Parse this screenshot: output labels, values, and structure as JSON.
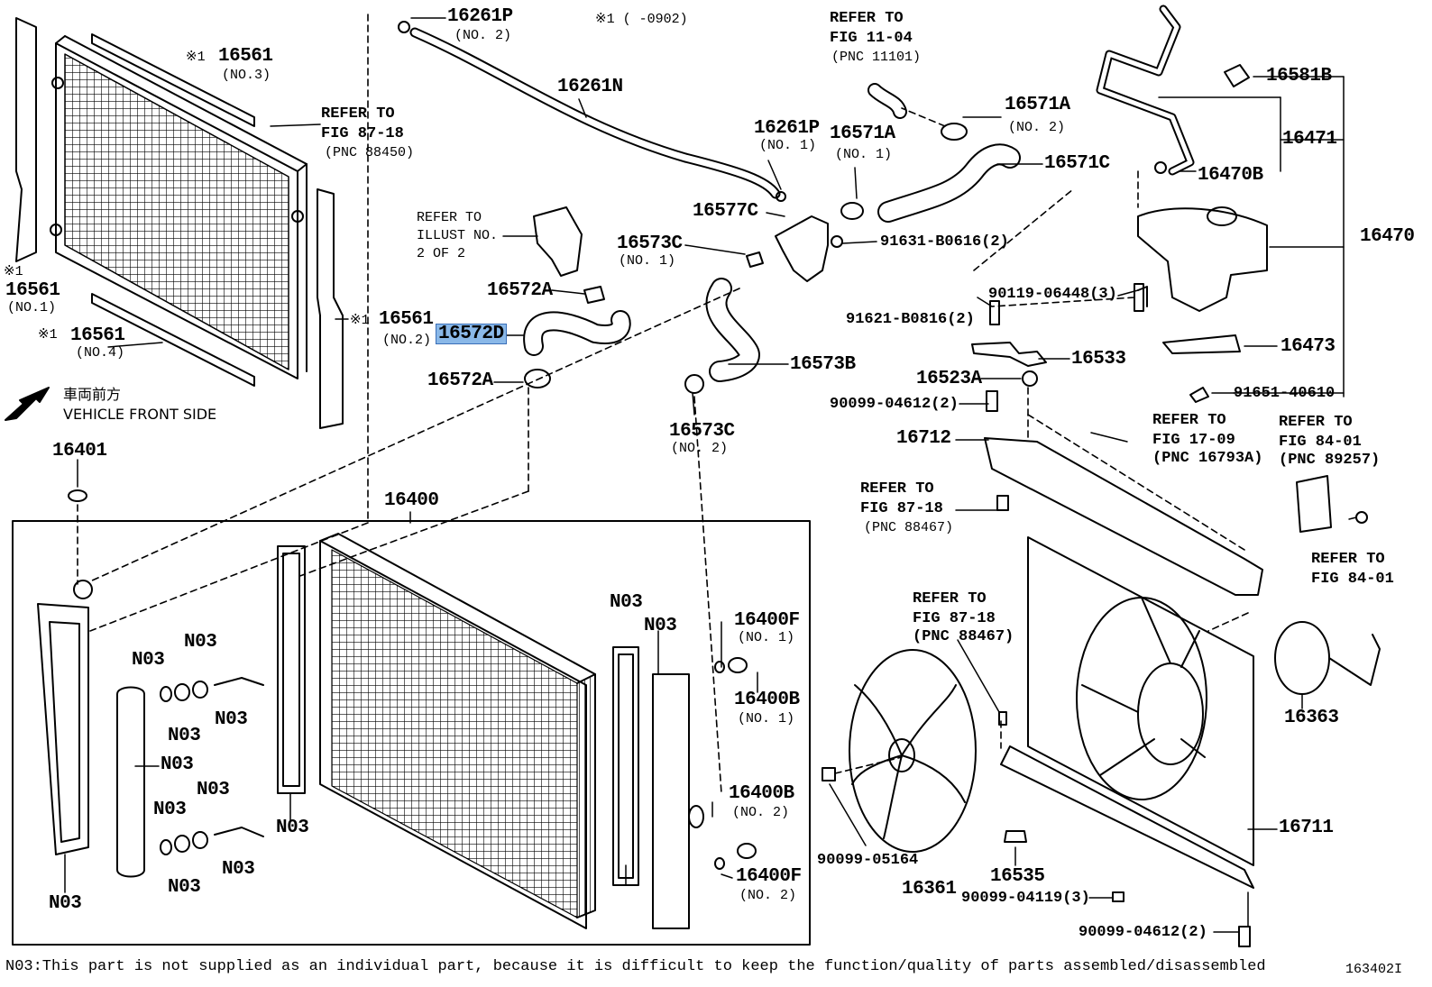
{
  "labels": {
    "p16261P_2": "16261P",
    "p16261P_2_sub": "(NO. 2)",
    "top_note": "※1 (      -0902)",
    "p16261N": "16261N",
    "ref_1104_a": "REFER TO",
    "ref_1104_b": "FIG 11-04",
    "ref_1104_c": "(PNC 11101)",
    "p16581B": "16581B",
    "p16561_3_mark": "※1",
    "p16561_3": "16561",
    "p16561_3_sub": "(NO.3)",
    "ref_8718_a": "REFER TO",
    "ref_8718_b": "FIG 87-18",
    "ref_8718_c": "(PNC 88450)",
    "p16571A_2": "16571A",
    "p16571A_2_sub": "(NO. 2)",
    "p16471": "16471",
    "p16261P_1": "16261P",
    "p16261P_1_sub": "(NO. 1)",
    "p16571A_1": "16571A",
    "p16571A_1_sub": "(NO. 1)",
    "p16571C": "16571C",
    "p16470B": "16470B",
    "p16470": "16470",
    "ref_illust_a": "REFER TO",
    "ref_illust_b": "ILLUST NO.",
    "ref_illust_c": "2 OF 2",
    "p16577C": "16577C",
    "p16573C_1": "16573C",
    "p16573C_1_sub": "(NO. 1)",
    "p91631": "91631-B0616(2)",
    "p16561_1_mark": "※1",
    "p16561_1": "16561",
    "p16561_1_sub": "(NO.1)",
    "p16572A_top": "16572A",
    "p90119": "90119-06448(3)",
    "p16561_2_mark": "※1",
    "p16561_2": "16561",
    "p16561_2_sub": "(NO.2)",
    "p16572D": "16572D",
    "p91621": "91621-B0816(2)",
    "p16561_4_mark": "※1",
    "p16561_4": "16561",
    "p16561_4_sub": "(NO.4)",
    "p16473": "16473",
    "p16533": "16533",
    "p16573B": "16573B",
    "p16572A_bot": "16572A",
    "p16523A": "16523A",
    "p91651": "91651-40610",
    "front_jp": "車両前方",
    "front_en": "VEHICLE FRONT SIDE",
    "p90099_04612_top": "90099-04612(2)",
    "p16573C_2": "16573C",
    "p16573C_2_sub": "(NO. 2)",
    "ref_1709_a": "REFER TO",
    "ref_1709_b": "FIG 17-09",
    "ref_1709_c": "(PNC 16793A)",
    "ref_8401_a": "REFER TO",
    "ref_8401_b": "FIG 84-01",
    "ref_8401_c": "(PNC 89257)",
    "p16712": "16712",
    "p16401": "16401",
    "ref_88467_a": "REFER TO",
    "ref_88467_b": "FIG 87-18",
    "ref_88467_c": "(PNC 88467)",
    "p16400": "16400",
    "ref_8401b_a": "REFER TO",
    "ref_8401b_b": "FIG 84-01",
    "ref_88467b_a": "REFER TO",
    "ref_88467b_b": "FIG 87-18",
    "ref_88467b_c": "(PNC 88467)",
    "n03_a": "N03",
    "n03_b": "N03",
    "n03_c": "N03",
    "n03_d": "N03",
    "n03_e": "N03",
    "n03_f": "N03",
    "n03_g": "N03",
    "n03_h": "N03",
    "n03_i": "N03",
    "n03_j": "N03",
    "n03_k": "N03",
    "n03_l": "N03",
    "n03_m": "N03",
    "p16400F_1": "16400F",
    "p16400F_1_sub": "(NO. 1)",
    "p16400B_1": "16400B",
    "p16400B_1_sub": "(NO. 1)",
    "p16400B_2": "16400B",
    "p16400B_2_sub": "(NO. 2)",
    "p16400F_2": "16400F",
    "p16400F_2_sub": "(NO. 2)",
    "p16363": "16363",
    "p16711": "16711",
    "p90099_05164": "90099-05164",
    "p16361": "16361",
    "p16535": "16535",
    "p90099_04119": "90099-04119(3)",
    "p90099_04612_bot": "90099-04612(2)",
    "footnote": "N03:This part is not supplied as an individual part, because it is difficult to keep the function/quality of parts assembled/disassembled",
    "diagram_id": "163402I"
  }
}
